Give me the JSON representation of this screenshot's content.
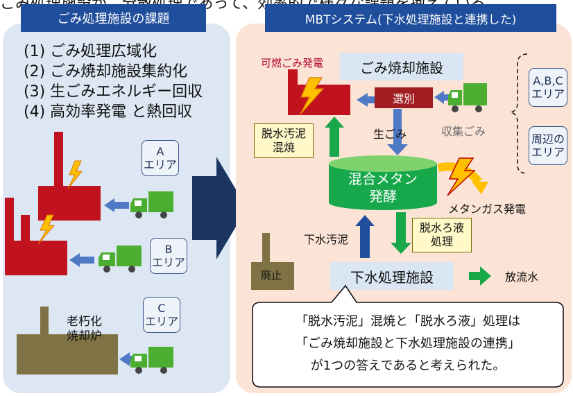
{
  "top_text": "ごみ処理施設が、分散処理であって、効率的で様々な課題を抱えている。",
  "left": {
    "title": "ごみ処理施設の課題",
    "issues": [
      "(1) ごみ処理広域化",
      "(2) ごみ焼却施設集約化",
      "(3) 生ごみエネルギー回収",
      "(4) 高効率発電 と熱回収"
    ],
    "area_a": [
      "A",
      "エリア"
    ],
    "area_b": [
      "B",
      "エリア"
    ],
    "area_c": [
      "C",
      "エリア"
    ],
    "aging": [
      "老朽化",
      "焼却炉"
    ]
  },
  "right": {
    "title": "MBTシステム(下水処理施設と連携した)",
    "combustible": "可燃ごみ発電",
    "incinerator": "ごみ焼却施設",
    "sorting": "選別",
    "kitchen_waste": "生ごみ",
    "collected": "収集ごみ",
    "sludge_cocomb": [
      "脱水汚泥",
      "混焼"
    ],
    "digester": [
      "混合メタン",
      "発酵"
    ],
    "methane_power": "メタンガス発電",
    "sewage_sludge": "下水汚泥",
    "filtrate": [
      "脱水ろ液",
      "処理"
    ],
    "abolish": "廃止",
    "sewage_plant": "下水処理施設",
    "effluent": "放流水",
    "abc_area": [
      "A,B,C",
      "エリア"
    ],
    "nearby_area": [
      "周辺の",
      "エリア"
    ],
    "conclusion": [
      "「脱水汚泥」混焼と「脱水ろ液」処理は",
      "「ごみ焼却施設と下水処理施設の連携」",
      "が1つの答えであると考えられた。"
    ]
  },
  "colors": {
    "navy": "#1f4e9c",
    "factory_red": "#c0131f",
    "aging_brown": "#7f7345",
    "truck_green": "#4cae31",
    "arrow_blue": "#4f79c4",
    "arrow_green": "#18a84a",
    "digester_green": "#16a84b",
    "bolt_yellow": "#ffc000",
    "big_arrow": "#1b3562"
  }
}
